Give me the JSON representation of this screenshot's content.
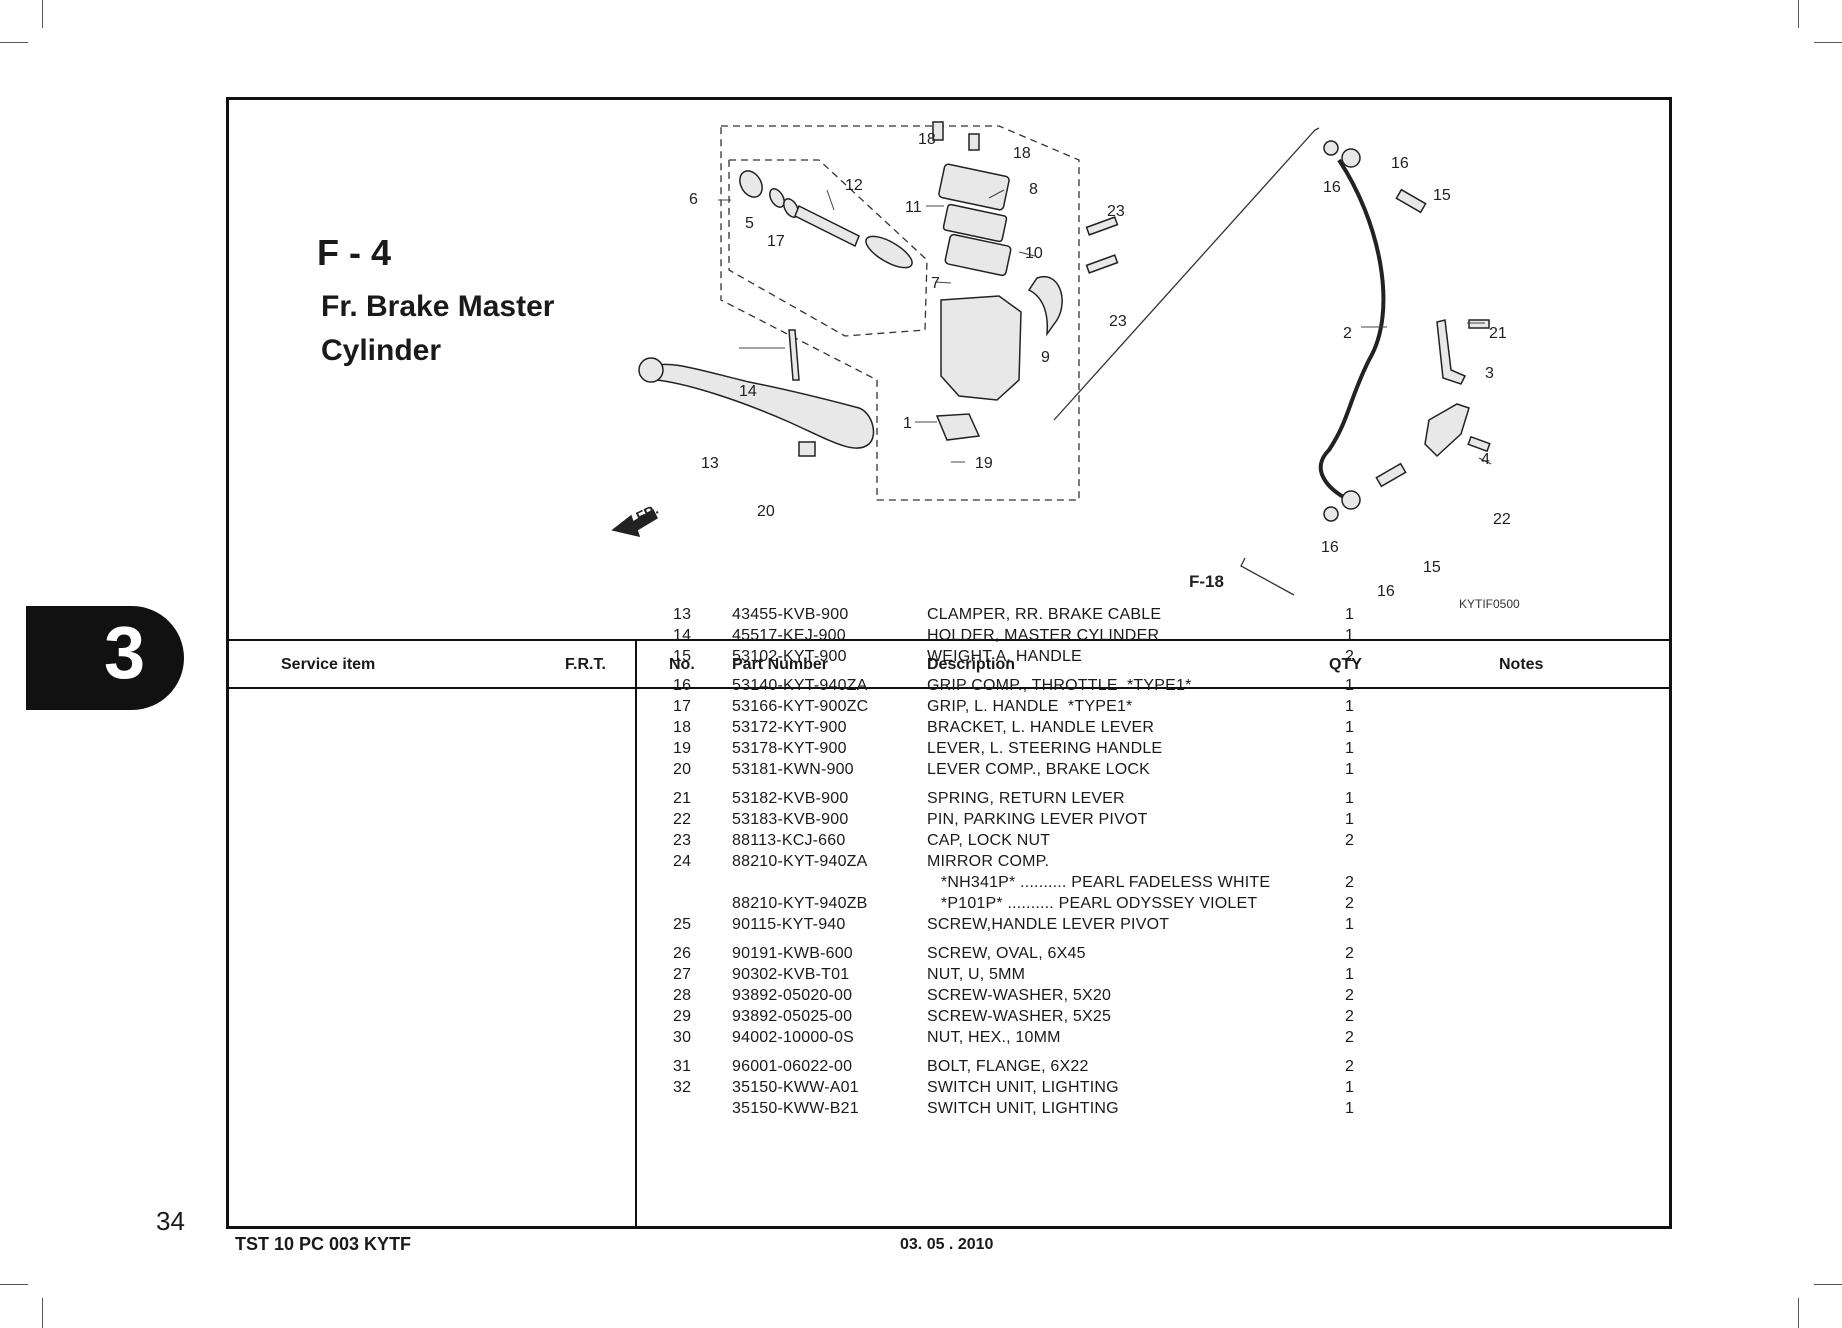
{
  "section": {
    "code": "F - 4",
    "name_line1": "Fr. Brake Master",
    "name_line2": "Cylinder",
    "tab_number": "3"
  },
  "diagram": {
    "image_code": "KYTIF0500",
    "ref_label": "F-18",
    "fr_label": "FR.",
    "callouts": [
      "18",
      "18",
      "12",
      "6",
      "5",
      "17",
      "11",
      "8",
      "10",
      "23",
      "23",
      "7",
      "9",
      "14",
      "13",
      "1",
      "19",
      "20",
      "16",
      "16",
      "15",
      "2",
      "21",
      "3",
      "4",
      "22",
      "16",
      "16",
      "15"
    ]
  },
  "table": {
    "headers": {
      "service_item": "Service item",
      "frt": "F.R.T.",
      "no": "No.",
      "part_number": "Part Number",
      "description": "Description",
      "qty": "QTY",
      "notes": "Notes"
    },
    "rows": [
      {
        "no": "13",
        "part": "43455-KVB-900",
        "desc": "CLAMPER, RR. BRAKE CABLE",
        "qty": "1"
      },
      {
        "no": "14",
        "part": "45517-KEJ-900",
        "desc": "HOLDER, MASTER CYLINDER",
        "qty": "1"
      },
      {
        "no": "15",
        "part": "53102-KYT-900",
        "desc": "WEIGHT A, HANDLE",
        "qty": "2"
      },
      {
        "no": "16",
        "part": "53140-KYT-940ZA",
        "desc": "GRIP COMP., THROTTLE  *TYPE1*",
        "qty": "1"
      },
      {
        "no": "17",
        "part": "53166-KYT-900ZC",
        "desc": "GRIP, L. HANDLE  *TYPE1*",
        "qty": "1"
      },
      {
        "no": "18",
        "part": "53172-KYT-900",
        "desc": "BRACKET, L. HANDLE LEVER",
        "qty": "1"
      },
      {
        "no": "19",
        "part": "53178-KYT-900",
        "desc": "LEVER, L. STEERING HANDLE",
        "qty": "1"
      },
      {
        "no": "20",
        "part": "53181-KWN-900",
        "desc": "LEVER COMP., BRAKE LOCK",
        "qty": "1"
      },
      {
        "no": "21",
        "part": "53182-KVB-900",
        "desc": "SPRING, RETURN LEVER",
        "qty": "1"
      },
      {
        "no": "22",
        "part": "53183-KVB-900",
        "desc": "PIN, PARKING LEVER PIVOT",
        "qty": "1"
      },
      {
        "no": "23",
        "part": "88113-KCJ-660",
        "desc": "CAP, LOCK NUT",
        "qty": "2"
      },
      {
        "no": "24",
        "part": "88210-KYT-940ZA",
        "desc": "MIRROR COMP.",
        "qty": ""
      },
      {
        "no": "",
        "part": "",
        "desc": "   *NH341P* .......... PEARL FADELESS WHITE",
        "qty": "2"
      },
      {
        "no": "",
        "part": "88210-KYT-940ZB",
        "desc": "   *P101P* .......... PEARL ODYSSEY VIOLET",
        "qty": "2"
      },
      {
        "no": "25",
        "part": "90115-KYT-940",
        "desc": "SCREW,HANDLE LEVER PIVOT",
        "qty": "1"
      },
      {
        "no": "26",
        "part": "90191-KWB-600",
        "desc": "SCREW, OVAL, 6X45",
        "qty": "2"
      },
      {
        "no": "27",
        "part": "90302-KVB-T01",
        "desc": "NUT, U, 5MM",
        "qty": "1"
      },
      {
        "no": "28",
        "part": "93892-05020-00",
        "desc": "SCREW-WASHER, 5X20",
        "qty": "2"
      },
      {
        "no": "29",
        "part": "93892-05025-00",
        "desc": "SCREW-WASHER, 5X25",
        "qty": "2"
      },
      {
        "no": "30",
        "part": "94002-10000-0S",
        "desc": "NUT, HEX., 10MM",
        "qty": "2"
      },
      {
        "no": "31",
        "part": "96001-06022-00",
        "desc": "BOLT, FLANGE, 6X22",
        "qty": "2"
      },
      {
        "no": "32",
        "part": "35150-KWW-A01",
        "desc": "SWITCH UNIT, LIGHTING",
        "qty": "1"
      },
      {
        "no": "",
        "part": "35150-KWW-B21",
        "desc": "SWITCH UNIT, LIGHTING",
        "qty": "1"
      }
    ]
  },
  "footer": {
    "page": "34",
    "doc_code": "TST 10 PC 003 KYTF",
    "date": "03. 05 . 2010"
  }
}
